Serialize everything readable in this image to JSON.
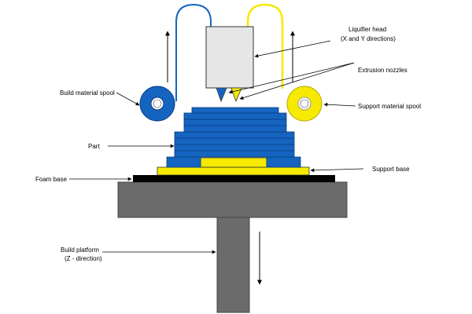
{
  "labels": {
    "liquifier_head": "Liquifier head",
    "liquifier_head_sub": "(X and Y directions)",
    "extrusion_nozzles": "Extrusion nozzles",
    "build_material_spool": "Build material spool",
    "support_material_spool": "Support material spool",
    "part": "Part",
    "support_base": "Support base",
    "foam_base": "Foam base",
    "build_platform": "Build platform",
    "build_platform_sub": "(Z - direction)"
  },
  "colors": {
    "build_material": "#1565c0",
    "support_material": "#f5ea00",
    "head": "#e6e6e6",
    "platform": "#6b6b6b",
    "foam": "#000000"
  }
}
